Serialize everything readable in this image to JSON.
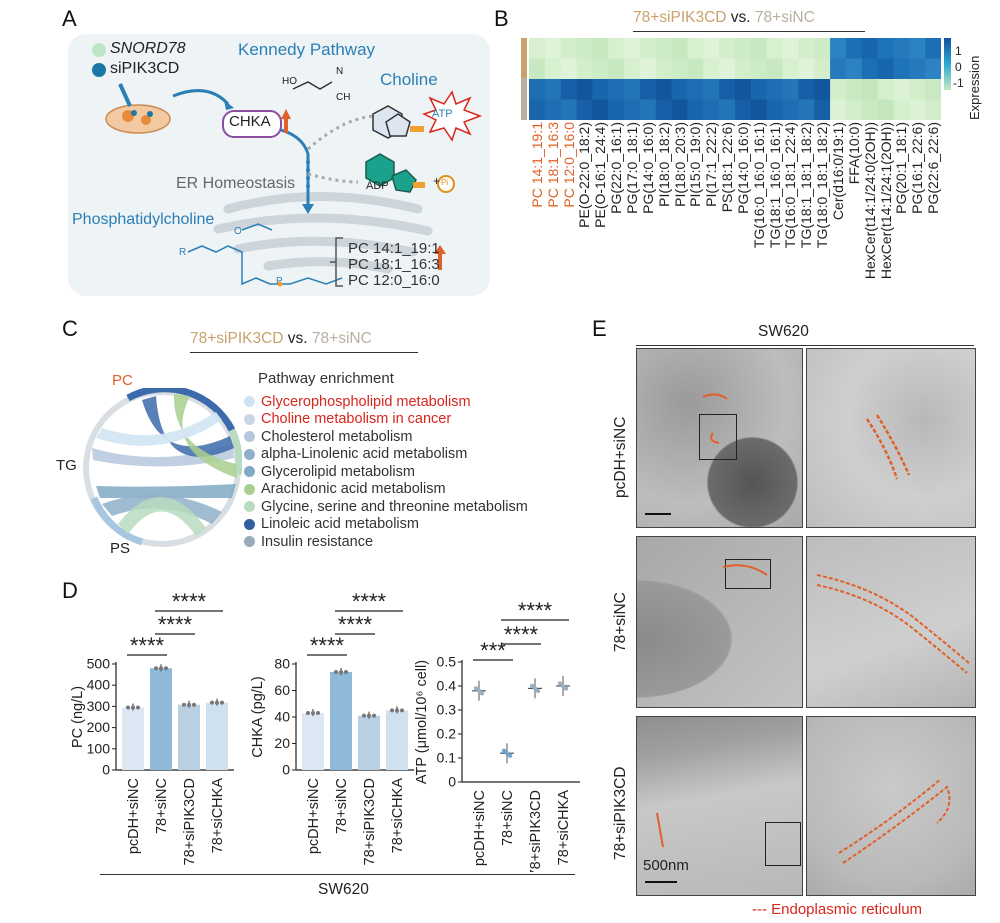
{
  "panels": {
    "a": "A",
    "b": "B",
    "c": "C",
    "d": "D",
    "e": "E"
  },
  "panelA": {
    "legend": [
      {
        "label": "SNORD78",
        "color": "#bfe6c4"
      },
      {
        "label": "siPIK3CD",
        "color": "#1a78a8"
      }
    ],
    "kennedy": "Kennedy Pathway",
    "choline": "Choline",
    "chka": "CHKA",
    "atp": "ATP",
    "adp": "ADP",
    "pi": "Pi",
    "plus": "+",
    "er": "ER Homeostasis",
    "pc_title": "Phosphatidylcholine",
    "pc_species": [
      "PC 14:1_19:1",
      "PC 18:1_16:3",
      "PC 12:0_16:0"
    ],
    "atoms": {
      "ho": "HO",
      "n": "N",
      "plus": "+",
      "ch3": "CH",
      "r": "R",
      "o": "O",
      "p": "P",
      "minus": "-"
    }
  },
  "panelB": {
    "title_left": "78+siPIK3CD",
    "title_vs": "vs.",
    "title_right": "78+siNC",
    "colorbar_title": "Expression",
    "colorbar_ticks": [
      "1",
      "0",
      "-1"
    ],
    "columns": [
      {
        "label": "PC 14:1_19:1",
        "highlight": true
      },
      {
        "label": "PC 18:1_16:3",
        "highlight": true
      },
      {
        "label": "PC 12:0_16:0",
        "highlight": true
      },
      {
        "label": "PE(O-22:0_18:2)",
        "highlight": false
      },
      {
        "label": "PE(O-16:1_24:4)",
        "highlight": false
      },
      {
        "label": "PG(22:0_16:1)",
        "highlight": false
      },
      {
        "label": "PG(17:0_18:1)",
        "highlight": false
      },
      {
        "label": "PG(14:0_16:0)",
        "highlight": false
      },
      {
        "label": "PI(18:0_18:2)",
        "highlight": false
      },
      {
        "label": "PI(18:0_20:3)",
        "highlight": false
      },
      {
        "label": "PI(15:0_19:0)",
        "highlight": false
      },
      {
        "label": "PI(17:1_22:2)",
        "highlight": false
      },
      {
        "label": "PS(18:1_22:6)",
        "highlight": false
      },
      {
        "label": "PG(14:0_16:0)",
        "highlight": false
      },
      {
        "label": "TG(16:0_16:0_16:1)",
        "highlight": false
      },
      {
        "label": "TG(18:1_16:0_16:1)",
        "highlight": false
      },
      {
        "label": "TG(16:0_18:1_22:4)",
        "highlight": false
      },
      {
        "label": "TG(18:1_18:1_18:2)",
        "highlight": false
      },
      {
        "label": "TG(18:0_18:1_18:2)",
        "highlight": false
      },
      {
        "label": "Cer(d16:0/19:1)",
        "highlight": false
      },
      {
        "label": "FFA(10:0)",
        "highlight": false
      },
      {
        "label": "HexCer(t14:1/24:0(2OH))",
        "highlight": false
      },
      {
        "label": "HexCer(t14:1/24:1(2OH))",
        "highlight": false
      },
      {
        "label": "PG(20:1_18:1)",
        "highlight": false
      },
      {
        "label": "PG(16:1_22:6)",
        "highlight": false
      },
      {
        "label": "PG(22:6_22:6)",
        "highlight": false
      }
    ],
    "group_colors": [
      "#c9a26a",
      "#b8b0a0"
    ]
  },
  "panelC": {
    "title_left": "78+siPIK3CD",
    "title_vs": "vs.",
    "title_right": "78+siNC",
    "nodes": [
      "PC",
      "TG",
      "PS"
    ],
    "legend_title": "Pathway enrichment",
    "pathways": [
      {
        "label": "Glycerophospholipid metabolism",
        "color": "#cfe4f2",
        "highlight": true
      },
      {
        "label": "Choline metabolism in cancer",
        "color": "#c9d6e8",
        "highlight": true
      },
      {
        "label": "Cholesterol metabolism",
        "color": "#b5c7dd",
        "highlight": false
      },
      {
        "label": "alpha-Linolenic acid metabolism",
        "color": "#8fb0c8",
        "highlight": false
      },
      {
        "label": "Glycerolipid metabolism",
        "color": "#7fa9c4",
        "highlight": false
      },
      {
        "label": "Arachidonic acid metabolism",
        "color": "#a9cf8e",
        "highlight": false
      },
      {
        "label": "Glycine, serine and threonine metabolism",
        "color": "#b8dcc0",
        "highlight": false
      },
      {
        "label": "Linoleic acid metabolism",
        "color": "#2f5f9e",
        "highlight": false
      },
      {
        "label": "Insulin resistance",
        "color": "#9aabbb",
        "highlight": false
      }
    ]
  },
  "panelD": {
    "group_label": "SW620",
    "categories": [
      "pcDH+siNC",
      "78+siNC",
      "78+siPIK3CD",
      "78+siCHKA"
    ]
  },
  "chart_data": [
    {
      "type": "bar",
      "ylabel": "PC (ng/L)",
      "ylim": [
        0,
        500
      ],
      "yticks": [
        "0",
        "100",
        "200",
        "300",
        "400",
        "500"
      ],
      "categories": [
        "pcDH+siNC",
        "78+siNC",
        "78+siPIK3CD",
        "78+siCHKA"
      ],
      "values": [
        295,
        480,
        308,
        318
      ],
      "significance": [
        {
          "from": 0,
          "to": 1,
          "label": "****"
        },
        {
          "from": 1,
          "to": 2,
          "label": "****"
        },
        {
          "from": 1,
          "to": 3,
          "label": "****"
        }
      ]
    },
    {
      "type": "bar",
      "ylabel": "CHKA (pg/L)",
      "ylim": [
        0,
        80
      ],
      "yticks": [
        "0",
        "20",
        "40",
        "60",
        "80"
      ],
      "categories": [
        "pcDH+siNC",
        "78+siNC",
        "78+siPIK3CD",
        "78+siCHKA"
      ],
      "values": [
        43,
        74,
        41,
        45
      ],
      "significance": [
        {
          "from": 0,
          "to": 1,
          "label": "****"
        },
        {
          "from": 1,
          "to": 2,
          "label": "****"
        },
        {
          "from": 1,
          "to": 3,
          "label": "****"
        }
      ]
    },
    {
      "type": "scatter",
      "ylabel": "ATP (μmol/10⁶ cell)",
      "ylim": [
        0,
        0.5
      ],
      "yticks": [
        "0",
        "0.1",
        "0.2",
        "0.3",
        "0.4",
        "0.5"
      ],
      "categories": [
        "pcDH+siNC",
        "78+siNC",
        "78+siPIK3CD",
        "78+siCHKA"
      ],
      "values": [
        0.38,
        0.12,
        0.39,
        0.4
      ],
      "significance": [
        {
          "from": 0,
          "to": 1,
          "label": "***"
        },
        {
          "from": 1,
          "to": 2,
          "label": "****"
        },
        {
          "from": 1,
          "to": 3,
          "label": "****"
        }
      ]
    }
  ],
  "panelE": {
    "title": "SW620",
    "rows": [
      "pcDH+siNC",
      "78+siNC",
      "78+siPIK3CD"
    ],
    "scale": "500nm",
    "legend": "--- Endoplasmic reticulum"
  },
  "colors": {
    "orange": "#e0602a",
    "red": "#d9261c",
    "tan": "#c9a26a",
    "blue": "#2b7fb5"
  }
}
